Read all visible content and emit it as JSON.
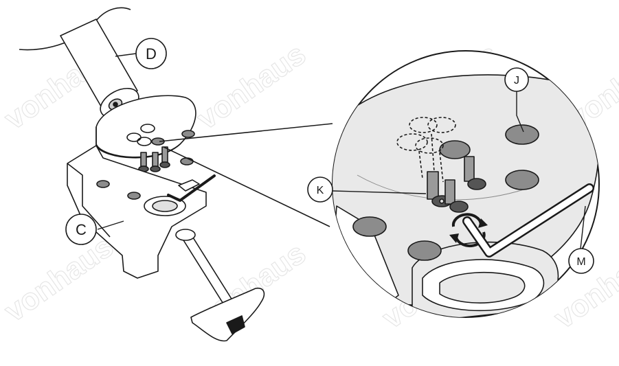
{
  "watermark": "vonhaus",
  "callouts": {
    "D": "D",
    "C": "C",
    "J": "J",
    "K": "K",
    "M": "M"
  },
  "colors": {
    "line": "#1a1a1a",
    "detail_fill": "#e9e9e9",
    "part_fill": "#ffffff",
    "rubber_pad": "#8c8c8c",
    "screw_shaft": "#9a9a9a"
  },
  "icons": {
    "rotation": "clockwise-rotation-arrows-icon",
    "hex_key": "allen-key-icon"
  }
}
